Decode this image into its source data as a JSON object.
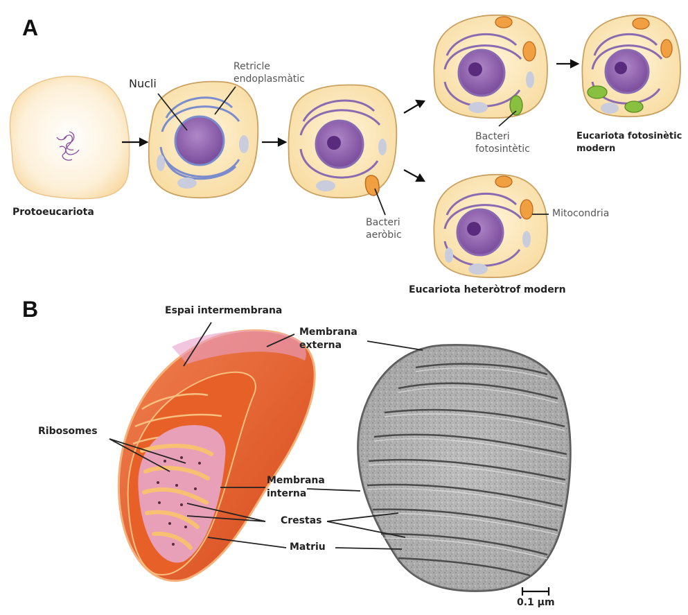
{
  "panel_a": {
    "letter": "A",
    "labels": {
      "nucli": "Nucli",
      "retricle_1": "Retricle",
      "retricle_2": "endoplasmàtic",
      "protoeucariota": "Protoeucariota",
      "bacteri_aerobic_1": "Bacteri",
      "bacteri_aerobic_2": "aeròbic",
      "bacteri_foto_1": "Bacteri",
      "bacteri_foto_2": "fotosintètic",
      "eucariota_foto_1": "Eucariota fotosinètic",
      "eucariota_foto_2": "modern",
      "mitocondria": "Mitocondria",
      "eucariota_het": "Eucariota heteròtrof modern"
    }
  },
  "panel_b": {
    "letter": "B",
    "labels": {
      "espai": "Espai intermembrana",
      "membrana_externa_1": "Membrana",
      "membrana_externa_2": "externa",
      "ribosomes": "Ribosomes",
      "membrana_interna_1": "Membrana",
      "membrana_interna_2": "interna",
      "crestas": "Crestas",
      "matriu": "Matriu",
      "scale": "0.1 µm"
    }
  },
  "colors": {
    "cell_fill": "#fbe6b8",
    "cell_outline": "#c8a060",
    "nucleus": "#8a5aa8",
    "er": "#7a8ccc",
    "mito_orange": "#e86a2a",
    "chloroplast": "#8ac040",
    "em_gray": "#9a9a9a"
  }
}
